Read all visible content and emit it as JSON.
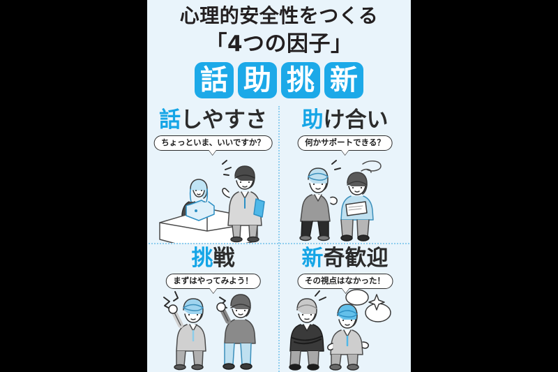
{
  "poster": {
    "title_line1": "心理的安全性をつくる",
    "title_line2": "「4つの因子」",
    "badges": [
      {
        "char": "話",
        "name": "badge-hanashi"
      },
      {
        "char": "助",
        "name": "badge-tasuke"
      },
      {
        "char": "挑",
        "name": "badge-chou"
      },
      {
        "char": "新",
        "name": "badge-shin"
      }
    ],
    "colors": {
      "background": "#e9f4fb",
      "accent_blue": "#1ca9e8",
      "heading_blue": "#15a5e6",
      "heading_dark": "#2b2b2b",
      "divider": "#8ecdee",
      "letterbox": "#000000"
    },
    "quadrants": [
      {
        "id": "q1",
        "heading_accent": "話",
        "heading_rest": "しやすさ",
        "bubble": "ちょっといま、いいですか？",
        "illustration": "desk-laptop-woman-and-approaching-man"
      },
      {
        "id": "q2",
        "heading_accent": "助",
        "heading_rest": "け合い",
        "bubble": "何かサポートできる？",
        "illustration": "man-offering-help-to-woman-with-document"
      },
      {
        "id": "q3",
        "heading_accent": "挑",
        "heading_rest": "戦",
        "bubble": "まずはやってみよう！",
        "illustration": "two-people-raising-fists"
      },
      {
        "id": "q4",
        "heading_accent": "新",
        "heading_rest": "奇歓迎",
        "bubble": "その視点はなかった！",
        "illustration": "man-with-crossed-arms-and-man-presenting-idea"
      }
    ]
  }
}
